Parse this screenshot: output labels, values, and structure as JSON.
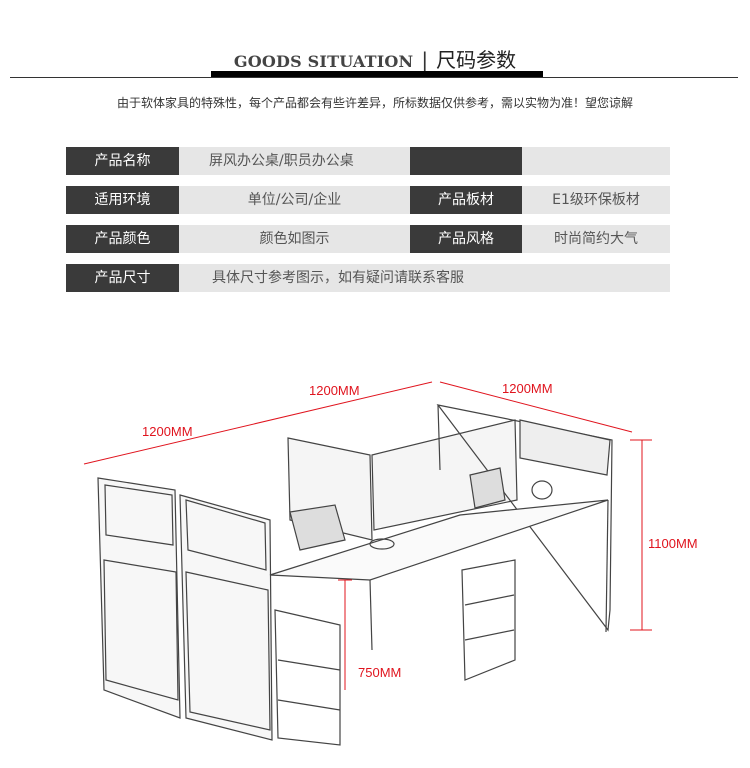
{
  "header": {
    "title_en": "GOODS SITUATION",
    "separator": "|",
    "title_cn": "尺码参数"
  },
  "note": "由于软体家具的特殊性，每个产品都会有些许差异，所标数据仅供参考，需以实物为准！望您谅解",
  "params": [
    {
      "label": "产品名称",
      "value": "屏风办公桌/职员办公桌",
      "label2": "",
      "value2": ""
    },
    {
      "label": "适用环境",
      "value": "单位/公司/企业",
      "label2": "产品板材",
      "value2": "E1级环保板材"
    },
    {
      "label": "产品颜色",
      "value": "颜色如图示",
      "label2": "产品风格",
      "value2": "时尚简约大气"
    },
    {
      "label": "产品尺寸",
      "value": "具体尺寸参考图示，如有疑问请联系客服"
    }
  ],
  "dimensions": {
    "depth_a": "1200MM",
    "width_right": "1200MM",
    "depth_left": "1200MM",
    "height": "1100MM",
    "desk_height": "750MM"
  },
  "colors": {
    "dimension": "#e0141e",
    "label_bg": "#3a3a3a",
    "value_bg": "#e6e6e6"
  }
}
